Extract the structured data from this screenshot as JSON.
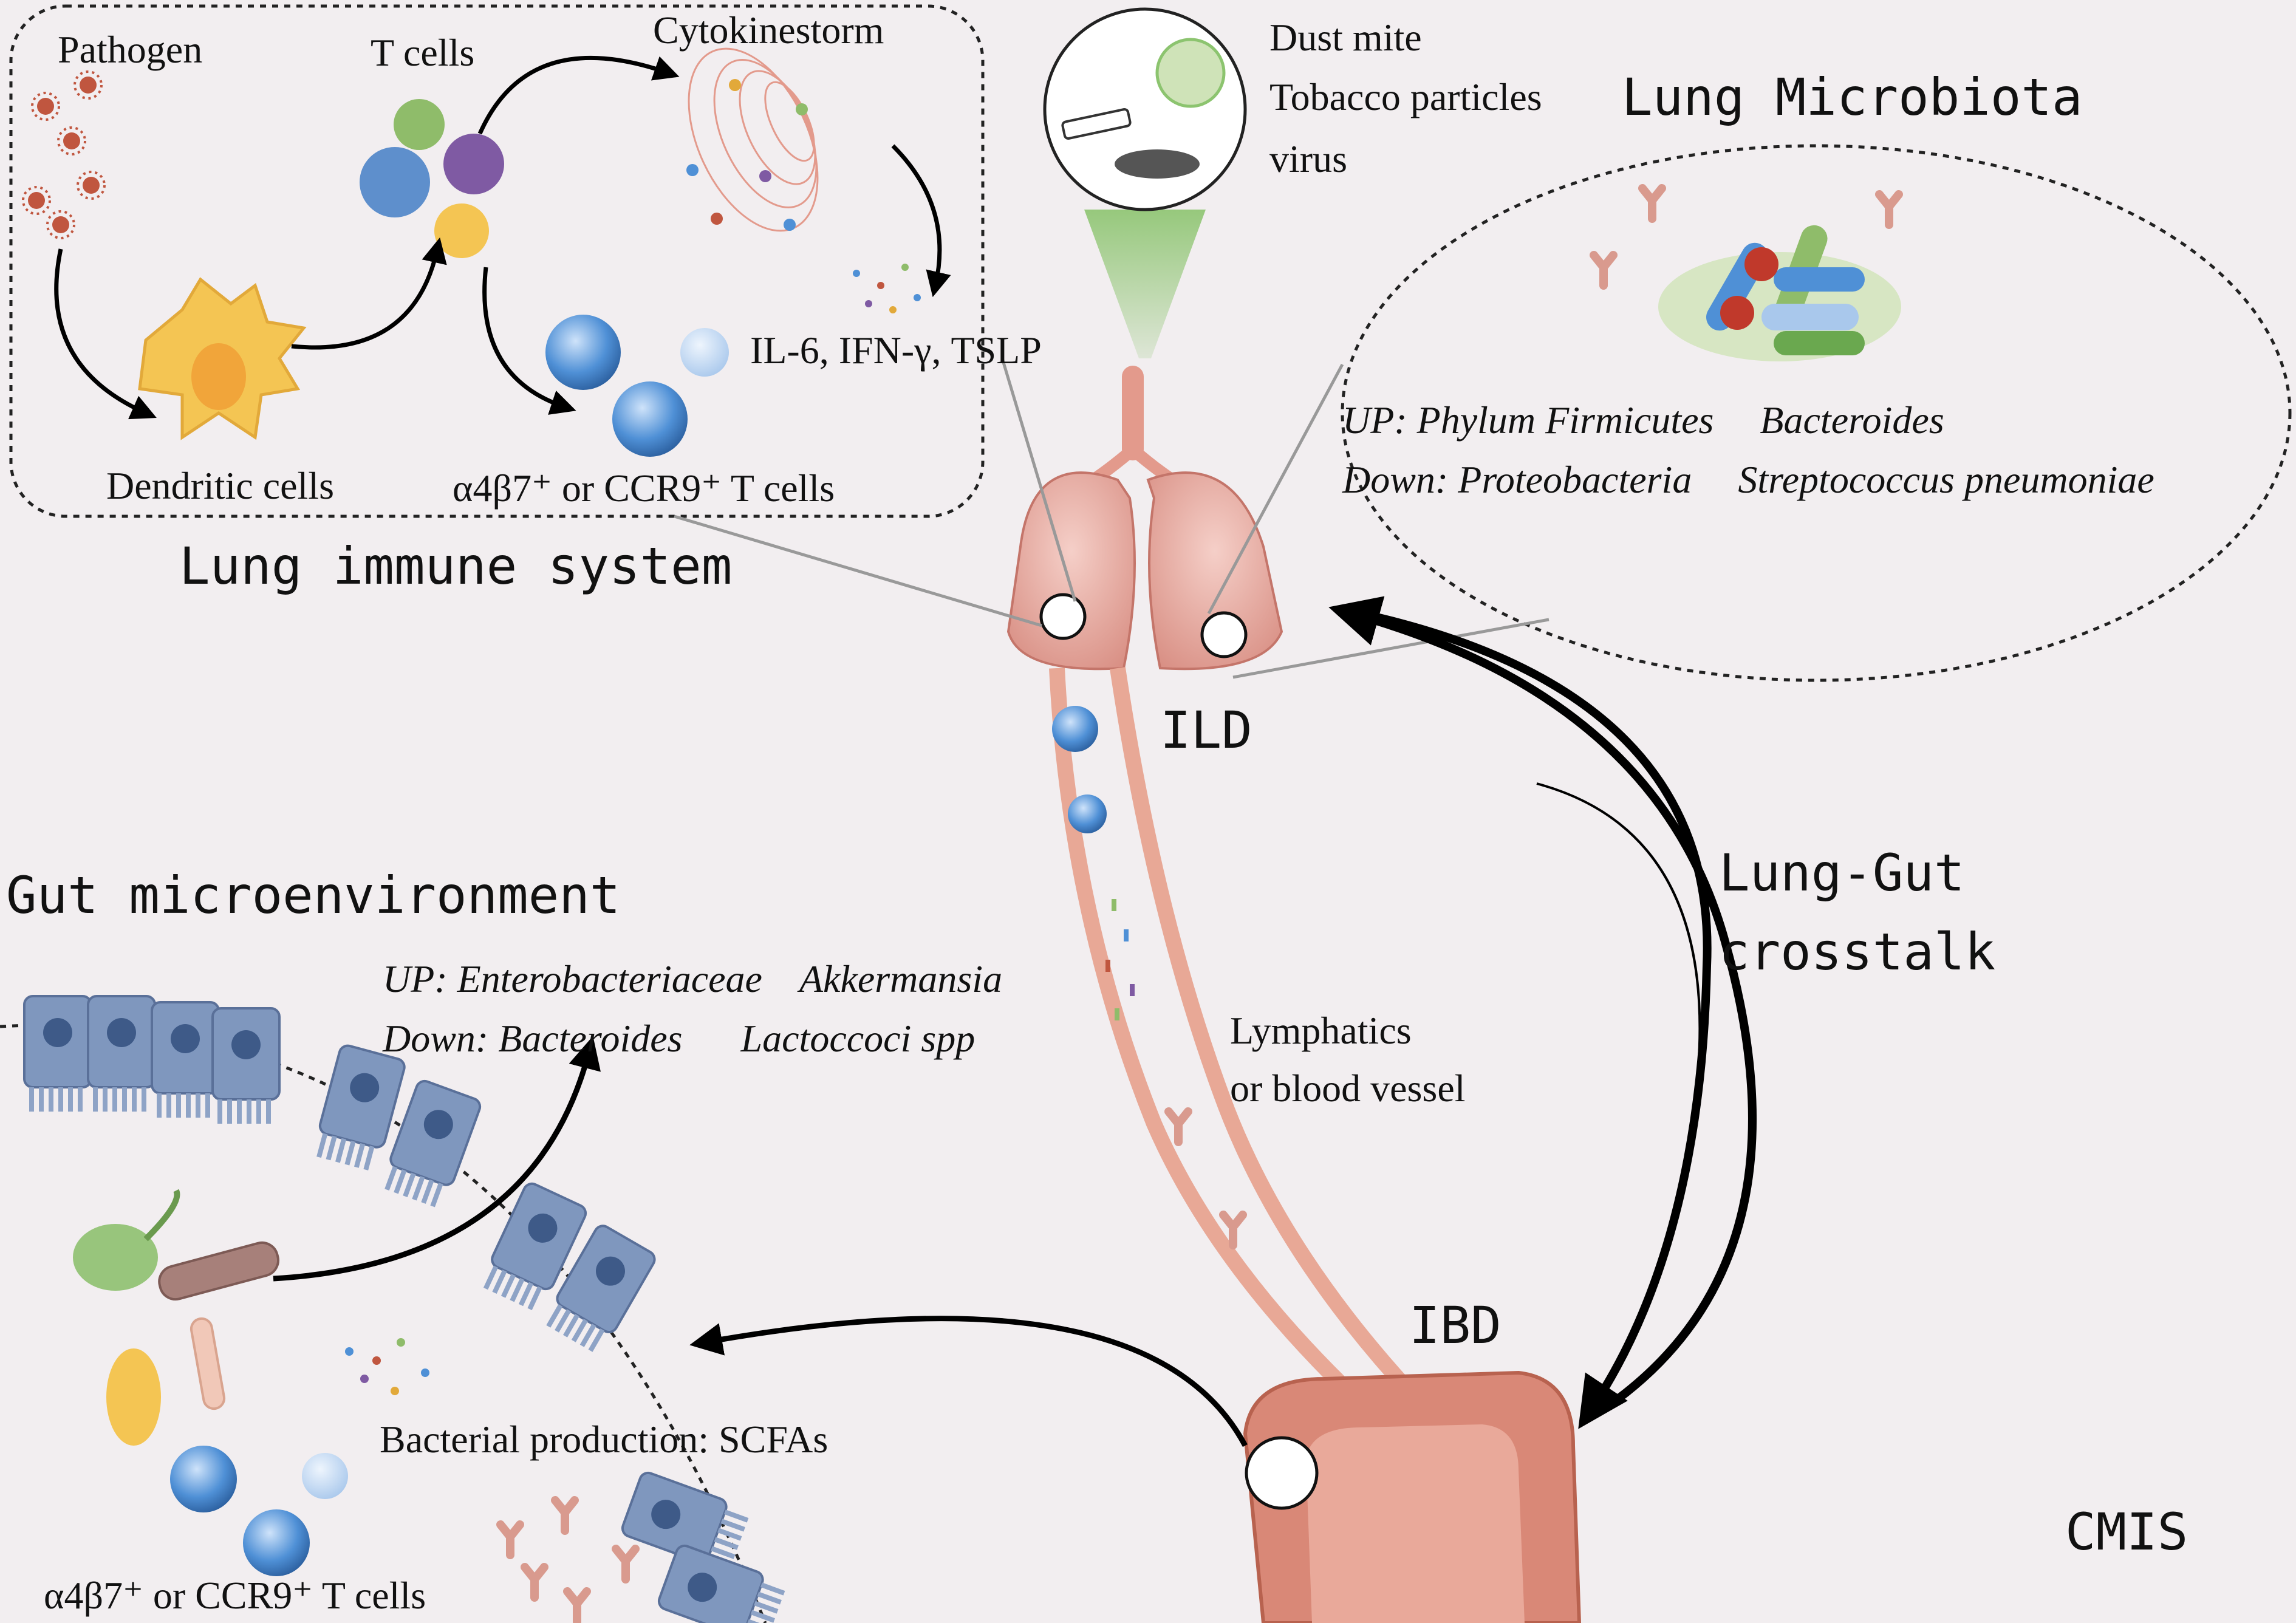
{
  "lung_immune": {
    "title": "Lung immune system",
    "pathogen": "Pathogen",
    "t_cells": "T cells",
    "cytokine_storm": "Cytokinestorm",
    "dendritic": "Dendritic cells",
    "cytokines": "IL-6, IFN-γ, TSLP",
    "homing_cells": "α4β7⁺ or CCR9⁺  T cells"
  },
  "exposures": {
    "items": [
      "Dust mite",
      "Tobacco particles",
      "virus"
    ]
  },
  "lung_microbiota": {
    "title": "Lung Microbiota",
    "up_prefix": "UP:",
    "up": [
      "Phylum Firmicutes",
      "Bacteroides"
    ],
    "down_prefix": "Down:",
    "down": [
      "Proteobacteria",
      "Streptococcus pneumoniae"
    ]
  },
  "ild": "ILD",
  "ibd": "IBD",
  "cmis": "CMIS",
  "crosstalk": {
    "line1": "Lung-Gut",
    "line2": "crosstalk"
  },
  "vessel": {
    "line1": "Lymphatics",
    "line2": "or blood vessel"
  },
  "gut": {
    "title": "Gut microenvironment",
    "up_prefix": "UP:",
    "up": [
      "Enterobacteriaceae",
      "Akkermansia"
    ],
    "down_prefix": "Down:",
    "down": [
      "Bacteroides",
      "Lactoccoci spp"
    ],
    "scfa": "Bacterial production: SCFAs",
    "homing_cells": "α4β7⁺ or CCR9⁺  T cells"
  },
  "colors": {
    "background": "#f2eef0",
    "lung": "#eab3aa",
    "colon": "#d98877",
    "vessel": "#e8a896",
    "t_cell": "#4f90d6",
    "dendritic": "#f4c553",
    "epithelium": "#7f97be",
    "beam": "#8cc46f"
  }
}
